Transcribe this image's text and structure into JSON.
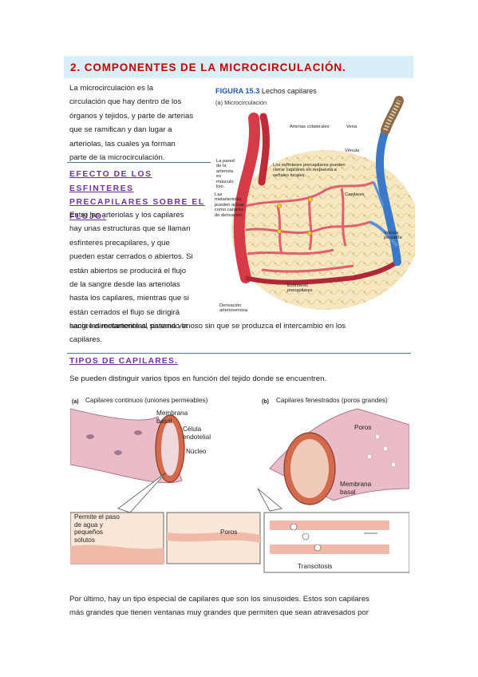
{
  "heading": "2. COMPONENTES DE LA MICROCIRCULACIÓN.",
  "intro_lines": [
    "La microcirculación es la",
    "circulación que hay dentro de los",
    "órganos y tejidos, y parte de arterias",
    "que se ramifican y dan lugar a",
    "arteriolas, las cuales ya forman",
    "parte de la microcirculación."
  ],
  "section1_title": "EFECTO DE LOS ESFINTERES PRECAPILARES SOBRE EL FLUJO.",
  "section1_lines": [
    "Entre las arteriolas y los capilares",
    "hay unas estructuras que se llaman",
    "esfínteres precapilares, y que",
    "pueden estar cerrados o abiertos. Si",
    "están abiertos se producirá el flujo",
    "de la sangre desde las arteriolas",
    "hasta los capilares, mientras que si",
    "están cerrados el flujo se dirigirá",
    "hacia las metarteriolas, pasando la"
  ],
  "section1_full_lines": [
    "sangre directamente al sistema venoso sin que se produzca el intercambio en los",
    "capilares."
  ],
  "figure_15_3": {
    "number": "FIGURA 15.3",
    "title": "Lechos capilares",
    "subtitle": "(a) Microcirculación",
    "labels": {
      "arterias": "Arterias colaterales",
      "vena": "Vena",
      "venula": "Vénula",
      "pared": "La pared de la arteriola es músculo liso.",
      "esfinteres_note": "Los esfínteres precapilares pueden cerrar capilares en respuesta a señales locales.",
      "metarteriolas": "Las metarteriolas pueden actuar como canales de derivación.",
      "capilares": "Capilares",
      "venula_pequena": "Vénula pequeña",
      "esfinteres": "Esfínteres precapilares",
      "derivacion": "Derivación arteriovenosa"
    }
  },
  "section2_title": "TIPOS DE CAPILARES.",
  "section2_text": "Se pueden distinguir varios tipos en función del tejido donde se encuentren.",
  "capillary_figure": {
    "a_letter": "(a)",
    "a_title": "Capilares continuos (uniones permeables)",
    "b_letter": "(b)",
    "b_title": "Capilares fenestrados (poros grandes)",
    "membrana_basal": "Membrana basal",
    "celula_endotelial": "Célula endotelial",
    "nucleo": "Núcleo",
    "poros": "Poros",
    "membrana_basal_b": "Membrana basal",
    "permite": "Permite el paso de agua y pequeños solutos",
    "poros_box": "Poros",
    "transcitosis": "Transcitosis"
  },
  "final_lines": [
    "Por último, hay un tipo especial de capilares que son los sinusoides. Estos son capilares",
    "más grandes que tienen ventanas muy grandes que permiten que sean atravesados por"
  ],
  "colors": {
    "heading_red": "#c00000",
    "heading_bg": "#daeef8",
    "subheading_purple": "#7030a0",
    "rule_blue": "#4a7aa0"
  }
}
